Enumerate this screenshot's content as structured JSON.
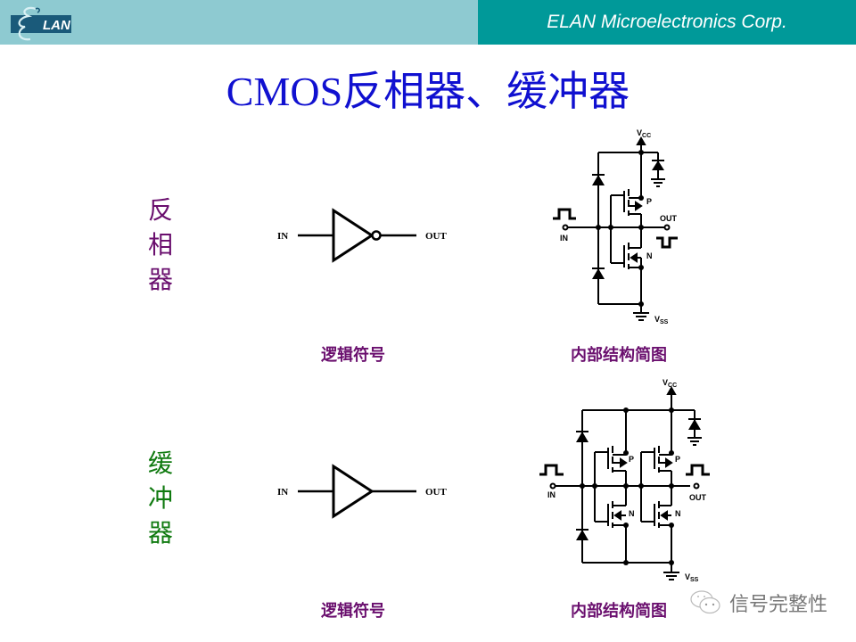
{
  "header": {
    "logo_text": "LAN",
    "logo_initial": "E",
    "company": "ELAN Microelectronics Corp.",
    "colors": {
      "left_band": "#8ecad1",
      "right_band": "#009999",
      "logo_bg": "#1a5a7a"
    }
  },
  "title": "CMOS反相器、缓冲器",
  "sections": [
    {
      "name": "inverter",
      "side_label": [
        "反",
        "相",
        "器"
      ],
      "symbol": {
        "in_label": "IN",
        "out_label": "OUT",
        "bubble": true
      },
      "caption_symbol": "逻辑符号",
      "circuit": {
        "vcc": "V",
        "vcc_sub": "CC",
        "vss": "V",
        "vss_sub": "SS",
        "in": "IN",
        "out": "OUT",
        "p": "P",
        "n": "N"
      },
      "caption_circuit": "内部结构简图",
      "color": "#6a0f6e"
    },
    {
      "name": "buffer",
      "side_label": [
        "缓",
        "冲",
        "器"
      ],
      "symbol": {
        "in_label": "IN",
        "out_label": "OUT",
        "bubble": false
      },
      "caption_symbol": "逻辑符号",
      "circuit": {
        "vcc": "V",
        "vcc_sub": "CC",
        "vss": "V",
        "vss_sub": "SS",
        "in": "IN",
        "out": "OUT",
        "p1": "P",
        "n1": "N",
        "p2": "P",
        "n2": "N"
      },
      "caption_circuit": "内部结构简图",
      "color": "#107a10"
    }
  ],
  "watermark": {
    "text": "信号完整性",
    "icon": "wechat-icon"
  }
}
